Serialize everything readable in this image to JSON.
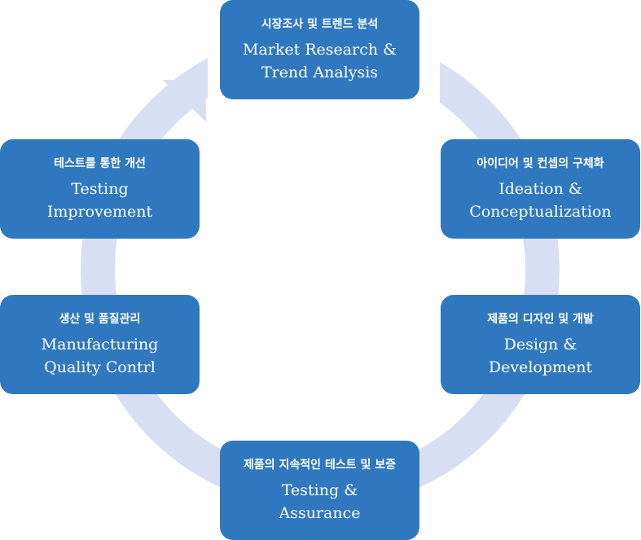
{
  "cycle": {
    "ring_color": "#d8dff2",
    "node_color": "#2f78bf",
    "steps": [
      {
        "kr": "시장조사 및 트렌드 분석",
        "en1": "Market Research &",
        "en2": "Trend Analysis"
      },
      {
        "kr": "아이디어 및 컨셉의 구체화",
        "en1": "Ideation &",
        "en2": "Conceptualization"
      },
      {
        "kr": "제품의 디자인 및 개발",
        "en1": "Design &",
        "en2": "Development"
      },
      {
        "kr": "제품의 지속적인 테스트 및 보증",
        "en1": "Testing &",
        "en2": "Assurance"
      },
      {
        "kr": "생산 및 품질관리",
        "en1": "Manufacturing",
        "en2": "Quality Contrl"
      },
      {
        "kr": "테스트를 통한 개선",
        "en1": "Testing",
        "en2": "Improvement"
      }
    ]
  }
}
